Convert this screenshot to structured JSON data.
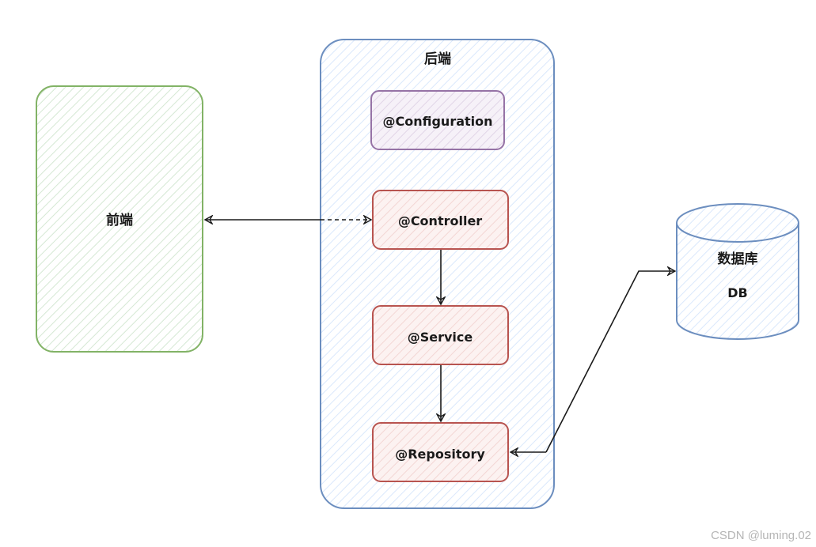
{
  "diagram": {
    "frontend": {
      "label": "前端",
      "stroke": "#82b366",
      "fill": "#d5e8d4"
    },
    "backend": {
      "label": "后端",
      "stroke": "#6c8ebf",
      "fill": "#dae8fc",
      "components": [
        {
          "id": "configuration",
          "label": "@Configuration",
          "stroke": "#9673a6",
          "fill": "#e1d5e7"
        },
        {
          "id": "controller",
          "label": "@Controller",
          "stroke": "#b85450",
          "fill": "#f8cecc"
        },
        {
          "id": "service",
          "label": "@Service",
          "stroke": "#b85450",
          "fill": "#f8cecc"
        },
        {
          "id": "repository",
          "label": "@Repository",
          "stroke": "#b85450",
          "fill": "#f8cecc"
        }
      ]
    },
    "database": {
      "label": "数据库",
      "sublabel": "DB",
      "stroke": "#6c8ebf",
      "fill": "#dae8fc"
    },
    "edges": [
      {
        "from": "frontend",
        "to": "controller",
        "style": "bidirectional, dashed inside backend"
      },
      {
        "from": "controller",
        "to": "service",
        "style": "arrow"
      },
      {
        "from": "service",
        "to": "repository",
        "style": "arrow"
      },
      {
        "from": "repository",
        "to": "database",
        "style": "bidirectional"
      }
    ]
  },
  "watermark": "CSDN @luming.02"
}
